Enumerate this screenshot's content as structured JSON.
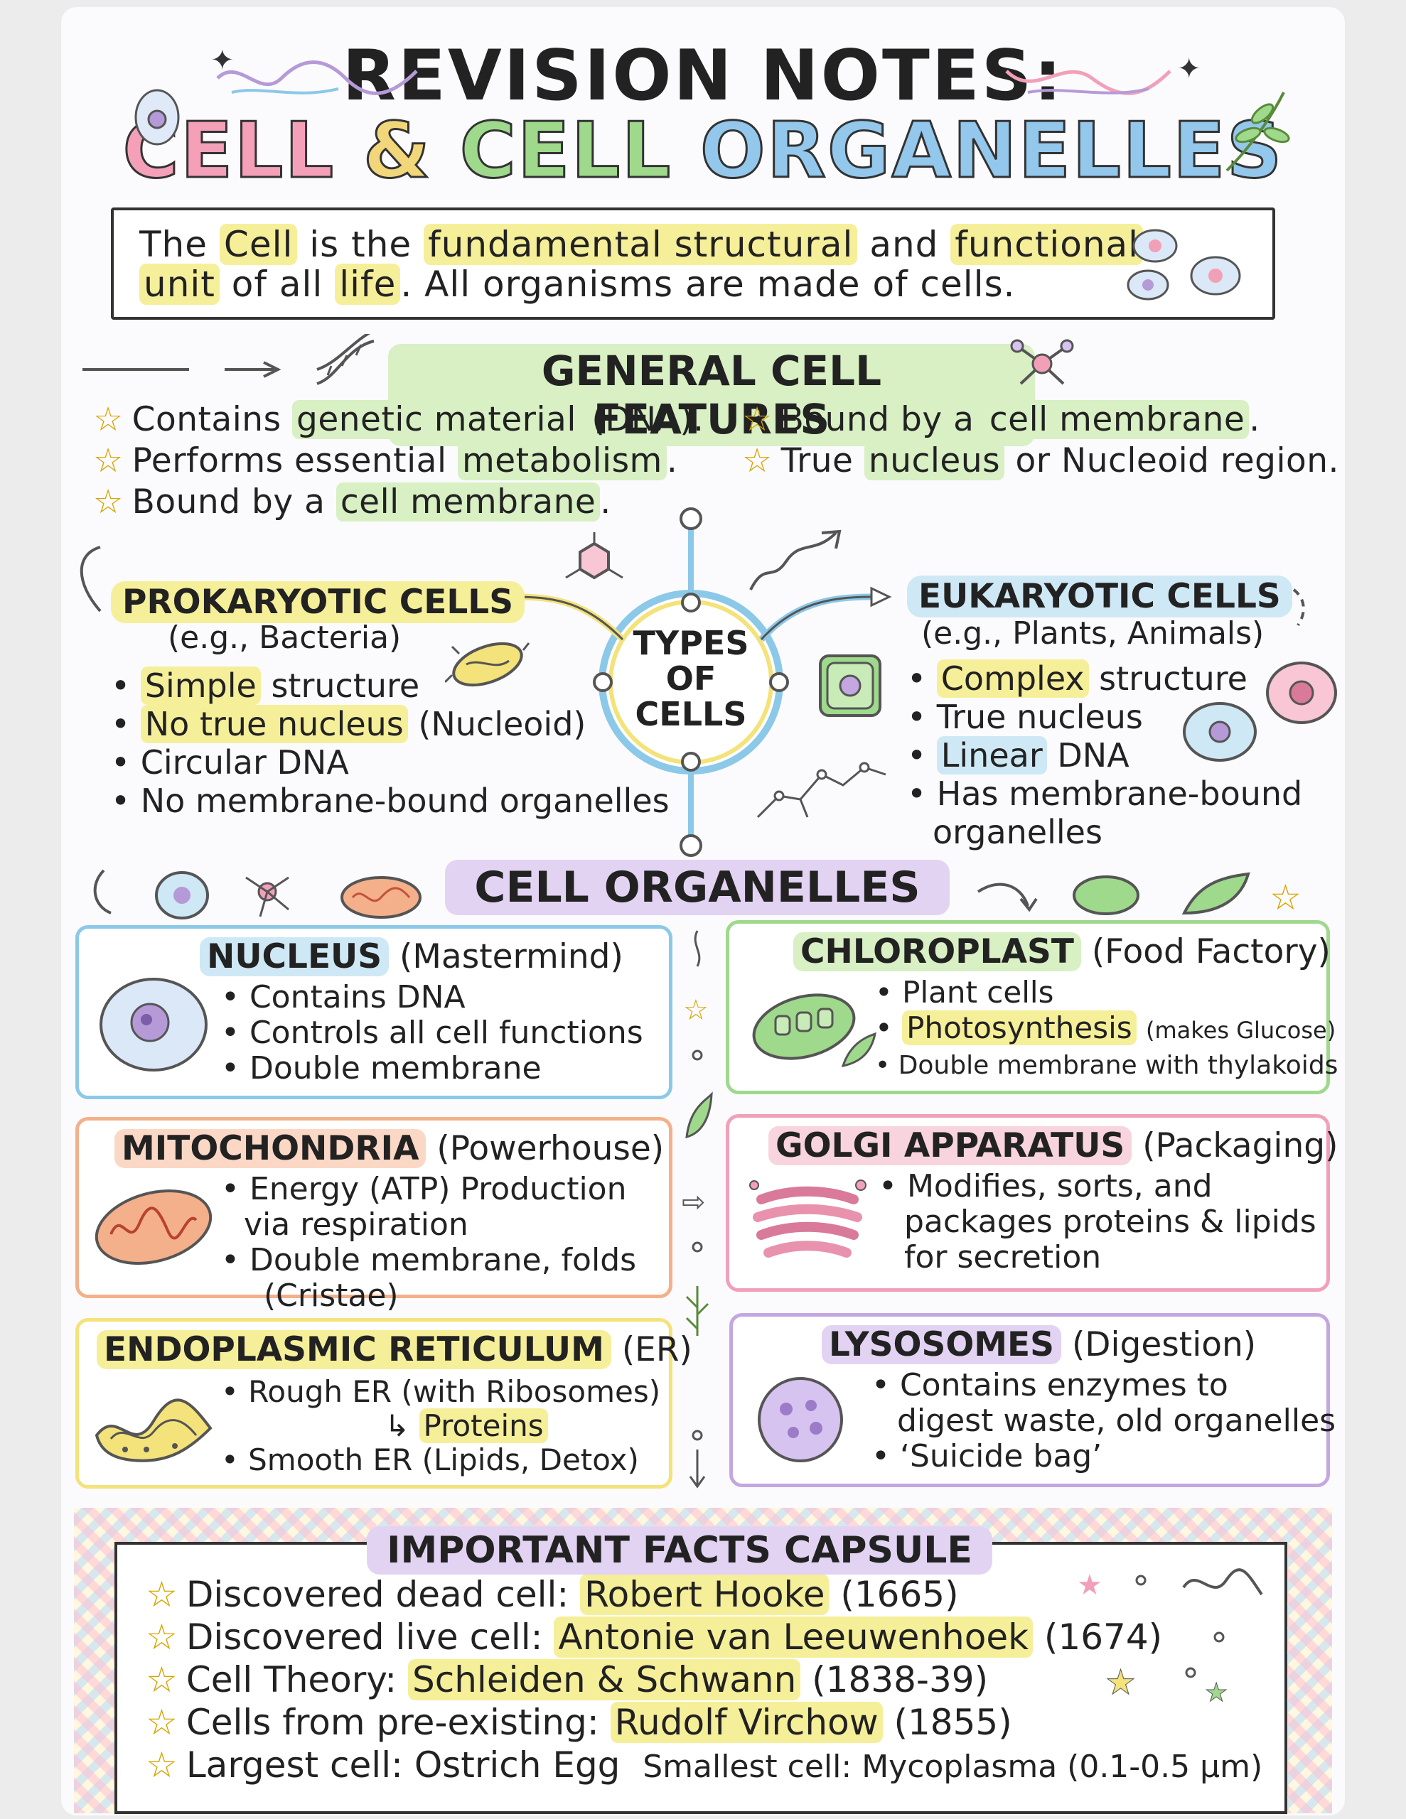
{
  "title": {
    "line1": "REVISION NOTES:",
    "line2_parts": [
      "CELL",
      "&",
      "CELL",
      "ORGANELLES"
    ]
  },
  "colors": {
    "pink": "#f2a0b8",
    "green": "#9fd98c",
    "yellow": "#f4e27a",
    "blue": "#8cc8e8",
    "purple": "#c4a6e0",
    "orange": "#f4b08a"
  },
  "definition": {
    "parts": [
      "The",
      "Cell",
      "is the",
      "fundamental structural",
      "and",
      "functional",
      "unit",
      "of all",
      "life",
      ". All organisms are made of cells."
    ]
  },
  "general_features": {
    "heading": "GENERAL CELL FEATURES",
    "left": [
      [
        "Contains ",
        "genetic material",
        " (DNA)."
      ],
      [
        "Performs essential ",
        "metabolism",
        "."
      ],
      [
        "Bound by a ",
        "cell membrane",
        "."
      ]
    ],
    "right": [
      [
        "Bound by a ",
        "cell membrane",
        "."
      ],
      [
        "True ",
        "nucleus",
        " or Nucleoid region."
      ]
    ]
  },
  "types": {
    "center": [
      "TYPES",
      "OF",
      "CELLS"
    ],
    "prokaryotic": {
      "heading": "PROKARYOTIC CELLS",
      "example": "(e.g., Bacteria)",
      "points": [
        [
          "Simple",
          " structure"
        ],
        [
          "No true nucleus",
          " (Nucleoid)"
        ],
        [
          "",
          "Circular DNA"
        ],
        [
          "",
          "No membrane-bound organelles"
        ]
      ]
    },
    "eukaryotic": {
      "heading": "EUKARYOTIC CELLS",
      "example": "(e.g., Plants, Animals)",
      "points": [
        [
          "Complex",
          " structure"
        ],
        [
          "",
          "True nucleus"
        ],
        [
          "Linear",
          " DNA"
        ],
        [
          "",
          "Has membrane-bound"
        ]
      ],
      "continuation": "organelles"
    }
  },
  "organelles_heading": "CELL ORGANELLES",
  "organelles": {
    "nucleus": {
      "name": "NUCLEUS",
      "role": "(Mastermind)",
      "points": [
        "Contains DNA",
        "Controls all cell functions",
        "Double membrane"
      ]
    },
    "chloroplast": {
      "name": "CHLOROPLAST",
      "role": "(Food Factory)",
      "points": [
        "Plant cells",
        "Photosynthesis",
        "Double membrane with thylakoids"
      ],
      "note": "(makes Glucose)"
    },
    "mitochondria": {
      "name": "MITOCHONDRIA",
      "role": "(Powerhouse)",
      "points": [
        "Energy (ATP) Production",
        "via respiration",
        "Double membrane, folds",
        "(Cristae)"
      ]
    },
    "golgi": {
      "name": "GOLGI APPARATUS",
      "role": "(Packaging)",
      "points": [
        "Modifies, sorts, and",
        "packages proteins & lipids",
        "for secretion"
      ]
    },
    "er": {
      "name": "ENDOPLASMIC RETICULUM",
      "role": "(ER)",
      "points": [
        "Rough ER (with Ribosomes)",
        "Proteins",
        "Smooth ER (Lipids, Detox)"
      ]
    },
    "lysosomes": {
      "name": "LYSOSOMES",
      "role": "(Digestion)",
      "points": [
        "Contains enzymes to",
        "digest waste, old organelles",
        "‘Suicide bag’"
      ]
    }
  },
  "facts": {
    "heading": "IMPORTANT FACTS CAPSULE",
    "items": [
      [
        "Discovered dead cell: ",
        "Robert Hooke",
        " (1665)"
      ],
      [
        "Discovered live cell: ",
        "Antonie van Leeuwenhoek",
        " (1674)"
      ],
      [
        "Cell Theory: ",
        "Schleiden & Schwann",
        " (1838-39)"
      ],
      [
        "Cells from pre-existing: ",
        "Rudolf Virchow",
        " (1855)"
      ]
    ],
    "last": [
      "Largest cell: Ostrich Egg",
      "Smallest cell: Mycoplasma (0.1-0.5 μm)"
    ]
  }
}
